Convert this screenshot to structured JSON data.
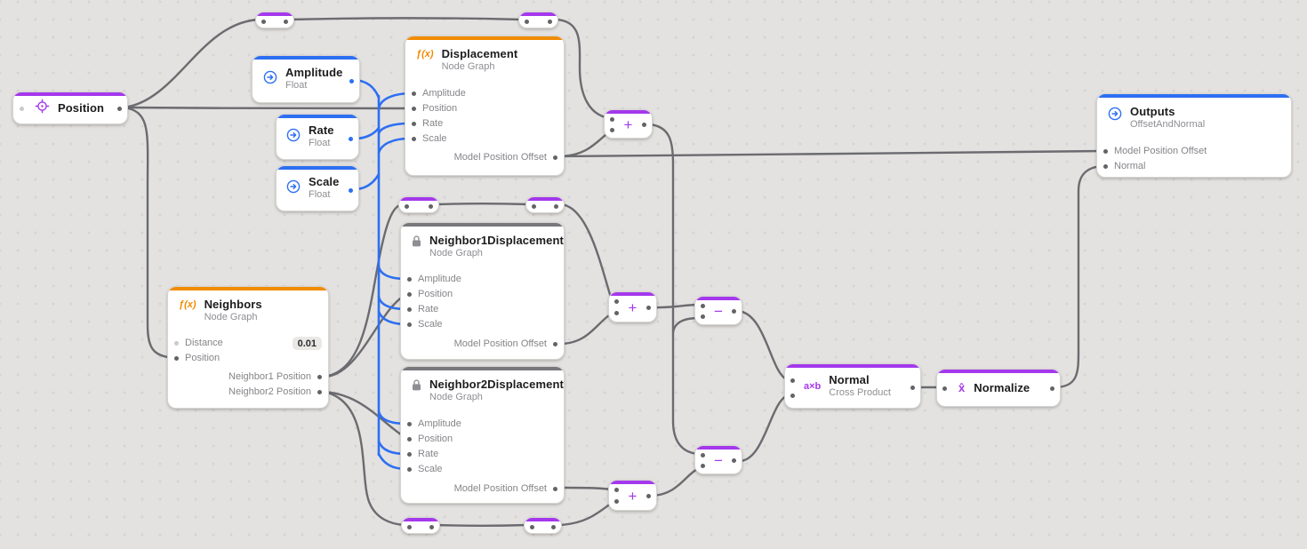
{
  "icons": {
    "fx": "ƒ(x)",
    "cross_product": "a×b",
    "normalize": "x̂",
    "plus": "+",
    "minus": "−"
  },
  "colors": {
    "background": "#e3e2e0",
    "wire": "#6b6b70",
    "accent_purple": "#a438ec",
    "accent_blue": "#2d6ff2",
    "accent_orange": "#f18b00",
    "accent_graphite": "#77777c"
  },
  "nodes": {
    "position": {
      "title": "Position"
    },
    "amplitude": {
      "title": "Amplitude",
      "subtitle": "Float"
    },
    "rate": {
      "title": "Rate",
      "subtitle": "Float"
    },
    "scale": {
      "title": "Scale",
      "subtitle": "Float"
    },
    "displacement": {
      "title": "Displacement",
      "subtitle": "Node Graph",
      "inputs": [
        "Amplitude",
        "Position",
        "Rate",
        "Scale"
      ],
      "output": "Model Position Offset"
    },
    "neighbors": {
      "title": "Neighbors",
      "subtitle": "Node Graph",
      "input_distance": "Distance",
      "distance_value": "0.01",
      "input_position": "Position",
      "output1": "Neighbor1 Position",
      "output2": "Neighbor2 Position"
    },
    "neighbor1_displacement": {
      "title": "Neighbor1Displacement",
      "subtitle": "Node Graph",
      "inputs": [
        "Amplitude",
        "Position",
        "Rate",
        "Scale"
      ],
      "output": "Model Position Offset"
    },
    "neighbor2_displacement": {
      "title": "Neighbor2Displacement",
      "subtitle": "Node Graph",
      "inputs": [
        "Amplitude",
        "Position",
        "Rate",
        "Scale"
      ],
      "output": "Model Position Offset"
    },
    "normal": {
      "title": "Normal",
      "subtitle": "Cross Product"
    },
    "normalize": {
      "title": "Normalize"
    },
    "outputs": {
      "title": "Outputs",
      "subtitle": "OffsetAndNormal",
      "inputs": [
        "Model Position Offset",
        "Normal"
      ]
    }
  }
}
